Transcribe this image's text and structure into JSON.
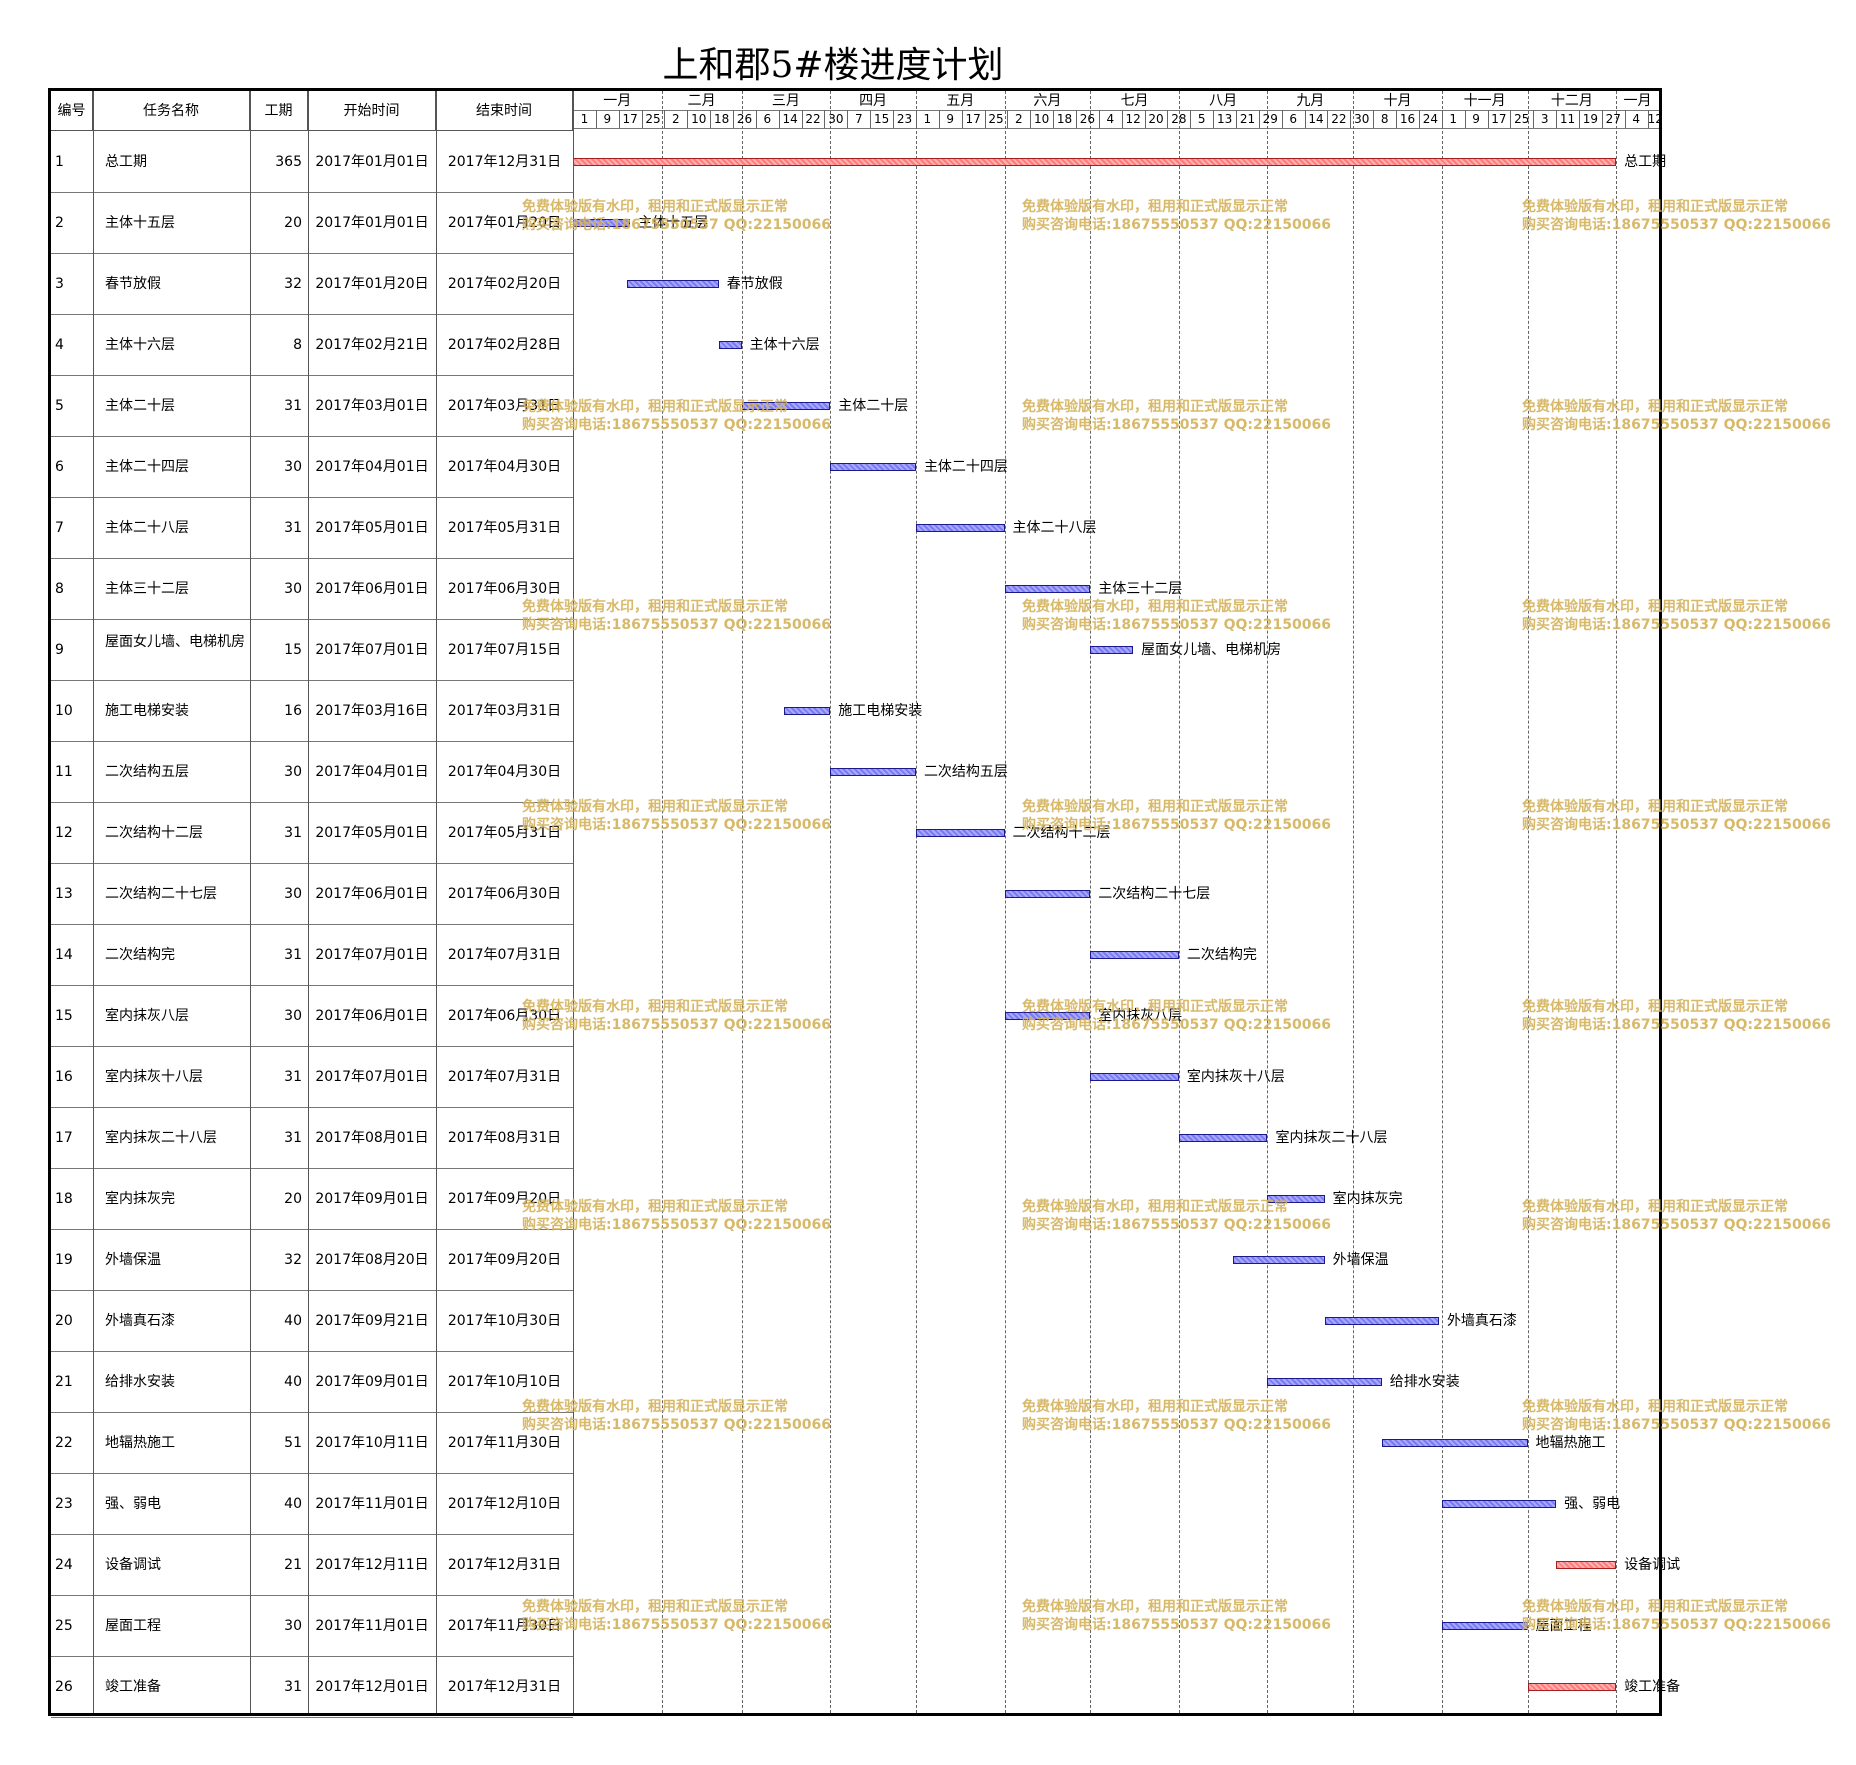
{
  "title": "上和郡5#楼进度计划",
  "table": {
    "headers": [
      "编号",
      "任务名称",
      "工期",
      "开始时间",
      "结束时间"
    ]
  },
  "timeline": {
    "months": [
      "一月",
      "二月",
      "三月",
      "四月",
      "五月",
      "六月",
      "七月",
      "八月",
      "九月",
      "十月",
      "十一月",
      "十二月",
      "一月"
    ],
    "ticks": [
      "1",
      "9",
      "17",
      "25",
      "2",
      "10",
      "18",
      "26",
      "6",
      "14",
      "22",
      "30",
      "7",
      "15",
      "23",
      "1",
      "9",
      "17",
      "25",
      "2",
      "10",
      "18",
      "26",
      "4",
      "12",
      "20",
      "28",
      "5",
      "13",
      "21",
      "29",
      "6",
      "14",
      "22",
      "30",
      "8",
      "16",
      "24",
      "1",
      "9",
      "17",
      "25",
      "3",
      "11",
      "19",
      "27",
      "4",
      "12"
    ]
  },
  "watermark": {
    "line1": "免费体验版有水印，租用和正式版显示正常",
    "line2": "购买咨询电话:18675550537 QQ:22150066"
  },
  "colors": {
    "normal": "#8f8ff7",
    "critical": "#ff8a8a"
  },
  "chart_data": {
    "type": "gantt",
    "title": "上和郡5#楼进度计划",
    "x_range": [
      "2017-01-01",
      "2018-01-16"
    ],
    "tasks": [
      {
        "id": "1",
        "name": "总工期",
        "duration": 365,
        "start": "2017年01月01日",
        "end": "2017年12月31日",
        "s": "2017-01-01",
        "e": "2017-12-31",
        "critical": true
      },
      {
        "id": "2",
        "name": "主体十五层",
        "duration": 20,
        "start": "2017年01月01日",
        "end": "2017年01月20日",
        "s": "2017-01-01",
        "e": "2017-01-20",
        "critical": false
      },
      {
        "id": "3",
        "name": "春节放假",
        "duration": 32,
        "start": "2017年01月20日",
        "end": "2017年02月20日",
        "s": "2017-01-20",
        "e": "2017-02-20",
        "critical": false
      },
      {
        "id": "4",
        "name": "主体十六层",
        "duration": 8,
        "start": "2017年02月21日",
        "end": "2017年02月28日",
        "s": "2017-02-21",
        "e": "2017-02-28",
        "critical": false
      },
      {
        "id": "5",
        "name": "主体二十层",
        "duration": 31,
        "start": "2017年03月01日",
        "end": "2017年03月31日",
        "s": "2017-03-01",
        "e": "2017-03-31",
        "critical": false
      },
      {
        "id": "6",
        "name": "主体二十四层",
        "duration": 30,
        "start": "2017年04月01日",
        "end": "2017年04月30日",
        "s": "2017-04-01",
        "e": "2017-04-30",
        "critical": false
      },
      {
        "id": "7",
        "name": "主体二十八层",
        "duration": 31,
        "start": "2017年05月01日",
        "end": "2017年05月31日",
        "s": "2017-05-01",
        "e": "2017-05-31",
        "critical": false
      },
      {
        "id": "8",
        "name": "主体三十二层",
        "duration": 30,
        "start": "2017年06月01日",
        "end": "2017年06月30日",
        "s": "2017-06-01",
        "e": "2017-06-30",
        "critical": false
      },
      {
        "id": "9",
        "name": "屋面女儿墙、电梯机房",
        "duration": 15,
        "start": "2017年07月01日",
        "end": "2017年07月15日",
        "s": "2017-07-01",
        "e": "2017-07-15",
        "critical": false
      },
      {
        "id": "10",
        "name": "施工电梯安装",
        "duration": 16,
        "start": "2017年03月16日",
        "end": "2017年03月31日",
        "s": "2017-03-16",
        "e": "2017-03-31",
        "critical": false
      },
      {
        "id": "11",
        "name": "二次结构五层",
        "duration": 30,
        "start": "2017年04月01日",
        "end": "2017年04月30日",
        "s": "2017-04-01",
        "e": "2017-04-30",
        "critical": false
      },
      {
        "id": "12",
        "name": "二次结构十二层",
        "duration": 31,
        "start": "2017年05月01日",
        "end": "2017年05月31日",
        "s": "2017-05-01",
        "e": "2017-05-31",
        "critical": false
      },
      {
        "id": "13",
        "name": "二次结构二十七层",
        "duration": 30,
        "start": "2017年06月01日",
        "end": "2017年06月30日",
        "s": "2017-06-01",
        "e": "2017-06-30",
        "critical": false
      },
      {
        "id": "14",
        "name": "二次结构完",
        "duration": 31,
        "start": "2017年07月01日",
        "end": "2017年07月31日",
        "s": "2017-07-01",
        "e": "2017-07-31",
        "critical": false
      },
      {
        "id": "15",
        "name": "室内抹灰八层",
        "duration": 30,
        "start": "2017年06月01日",
        "end": "2017年06月30日",
        "s": "2017-06-01",
        "e": "2017-06-30",
        "critical": false
      },
      {
        "id": "16",
        "name": "室内抹灰十八层",
        "duration": 31,
        "start": "2017年07月01日",
        "end": "2017年07月31日",
        "s": "2017-07-01",
        "e": "2017-07-31",
        "critical": false
      },
      {
        "id": "17",
        "name": "室内抹灰二十八层",
        "duration": 31,
        "start": "2017年08月01日",
        "end": "2017年08月31日",
        "s": "2017-08-01",
        "e": "2017-08-31",
        "critical": false
      },
      {
        "id": "18",
        "name": "室内抹灰完",
        "duration": 20,
        "start": "2017年09月01日",
        "end": "2017年09月20日",
        "s": "2017-09-01",
        "e": "2017-09-20",
        "critical": false
      },
      {
        "id": "19",
        "name": "外墙保温",
        "duration": 32,
        "start": "2017年08月20日",
        "end": "2017年09月20日",
        "s": "2017-08-20",
        "e": "2017-09-20",
        "critical": false
      },
      {
        "id": "20",
        "name": "外墙真石漆",
        "duration": 40,
        "start": "2017年09月21日",
        "end": "2017年10月30日",
        "s": "2017-09-21",
        "e": "2017-10-30",
        "critical": false
      },
      {
        "id": "21",
        "name": "给排水安装",
        "duration": 40,
        "start": "2017年09月01日",
        "end": "2017年10月10日",
        "s": "2017-09-01",
        "e": "2017-10-10",
        "critical": false
      },
      {
        "id": "22",
        "name": "地辐热施工",
        "duration": 51,
        "start": "2017年10月11日",
        "end": "2017年11月30日",
        "s": "2017-10-11",
        "e": "2017-11-30",
        "critical": false
      },
      {
        "id": "23",
        "name": "强、弱电",
        "duration": 40,
        "start": "2017年11月01日",
        "end": "2017年12月10日",
        "s": "2017-11-01",
        "e": "2017-12-10",
        "critical": false
      },
      {
        "id": "24",
        "name": "设备调试",
        "duration": 21,
        "start": "2017年12月11日",
        "end": "2017年12月31日",
        "s": "2017-12-11",
        "e": "2017-12-31",
        "critical": true
      },
      {
        "id": "25",
        "name": "屋面工程",
        "duration": 30,
        "start": "2017年11月01日",
        "end": "2017年11月30日",
        "s": "2017-11-01",
        "e": "2017-11-30",
        "critical": false
      },
      {
        "id": "26",
        "name": "竣工准备",
        "duration": 31,
        "start": "2017年12月01日",
        "end": "2017年12月31日",
        "s": "2017-12-01",
        "e": "2017-12-31",
        "critical": true
      }
    ]
  }
}
